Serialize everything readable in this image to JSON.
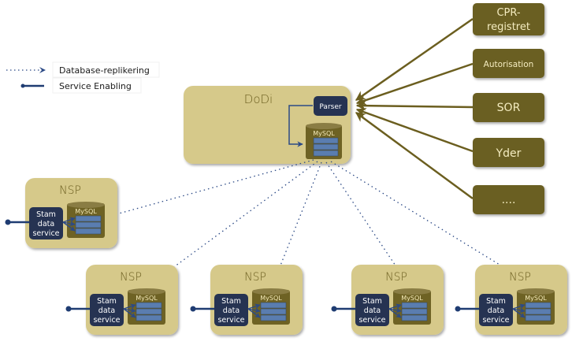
{
  "legend": {
    "items": [
      {
        "label": "Database-replikering",
        "style": "dotted-arrow"
      },
      {
        "label": "Service Enabling",
        "style": "solid-dot-line"
      }
    ]
  },
  "colors": {
    "container_fill": "#d6c98a",
    "source_fill": "#6b5e22",
    "source_text": "#f4ecc0",
    "service_fill": "#263352",
    "db_body": "#6e6224",
    "db_rows": "#5a7db0",
    "replication_line": "#2c4a86",
    "enabling_line": "#1f3c72",
    "feed_arrow": "#6b5e1f"
  },
  "central": {
    "title": "DoDi",
    "parser_label": "Parser",
    "db_label": "MySQL"
  },
  "sources": [
    {
      "label": "CPR-registret"
    },
    {
      "label": "Autorisation"
    },
    {
      "label": "SOR"
    },
    {
      "label": "Yder"
    },
    {
      "label": "...."
    }
  ],
  "nsp_nodes": [
    {
      "title": "NSP",
      "service_label": [
        "Stam",
        "data",
        "service"
      ],
      "db_label": "MySQL"
    },
    {
      "title": "NSP",
      "service_label": [
        "Stam",
        "data",
        "service"
      ],
      "db_label": "MySQL"
    },
    {
      "title": "NSP",
      "service_label": [
        "Stam",
        "data",
        "service"
      ],
      "db_label": "MySQL"
    },
    {
      "title": "NSP",
      "service_label": [
        "Stam",
        "data",
        "service"
      ],
      "db_label": "MySQL"
    },
    {
      "title": "NSP",
      "service_label": [
        "Stam",
        "data",
        "service"
      ],
      "db_label": "MySQL"
    }
  ]
}
